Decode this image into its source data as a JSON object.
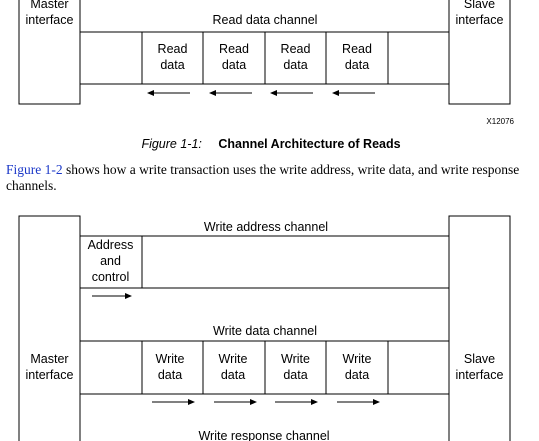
{
  "figure1": {
    "master_label": [
      "Master",
      "interface"
    ],
    "slave_label": [
      "Slave",
      "interface"
    ],
    "channel_label": "Read data channel",
    "cells": [
      [
        "Read",
        "data"
      ],
      [
        "Read",
        "data"
      ],
      [
        "Read",
        "data"
      ],
      [
        "Read",
        "data"
      ]
    ],
    "figure_id": "X12076",
    "caption_prefix": "Figure 1-1:",
    "caption_title": "Channel Architecture of Reads"
  },
  "paragraph": {
    "link_text": "Figure 1-2",
    "text": " shows how a write transaction uses the write address, write data, and write response channels."
  },
  "figure2": {
    "master_label": [
      "Master",
      "interface"
    ],
    "slave_label": [
      "Slave",
      "interface"
    ],
    "address_channel_label": "Write address channel",
    "address_cell": [
      "Address",
      "and",
      "control"
    ],
    "data_channel_label": "Write data channel",
    "data_cells": [
      [
        "Write",
        "data"
      ],
      [
        "Write",
        "data"
      ],
      [
        "Write",
        "data"
      ],
      [
        "Write",
        "data"
      ]
    ],
    "response_channel_label": "Write response channel"
  }
}
